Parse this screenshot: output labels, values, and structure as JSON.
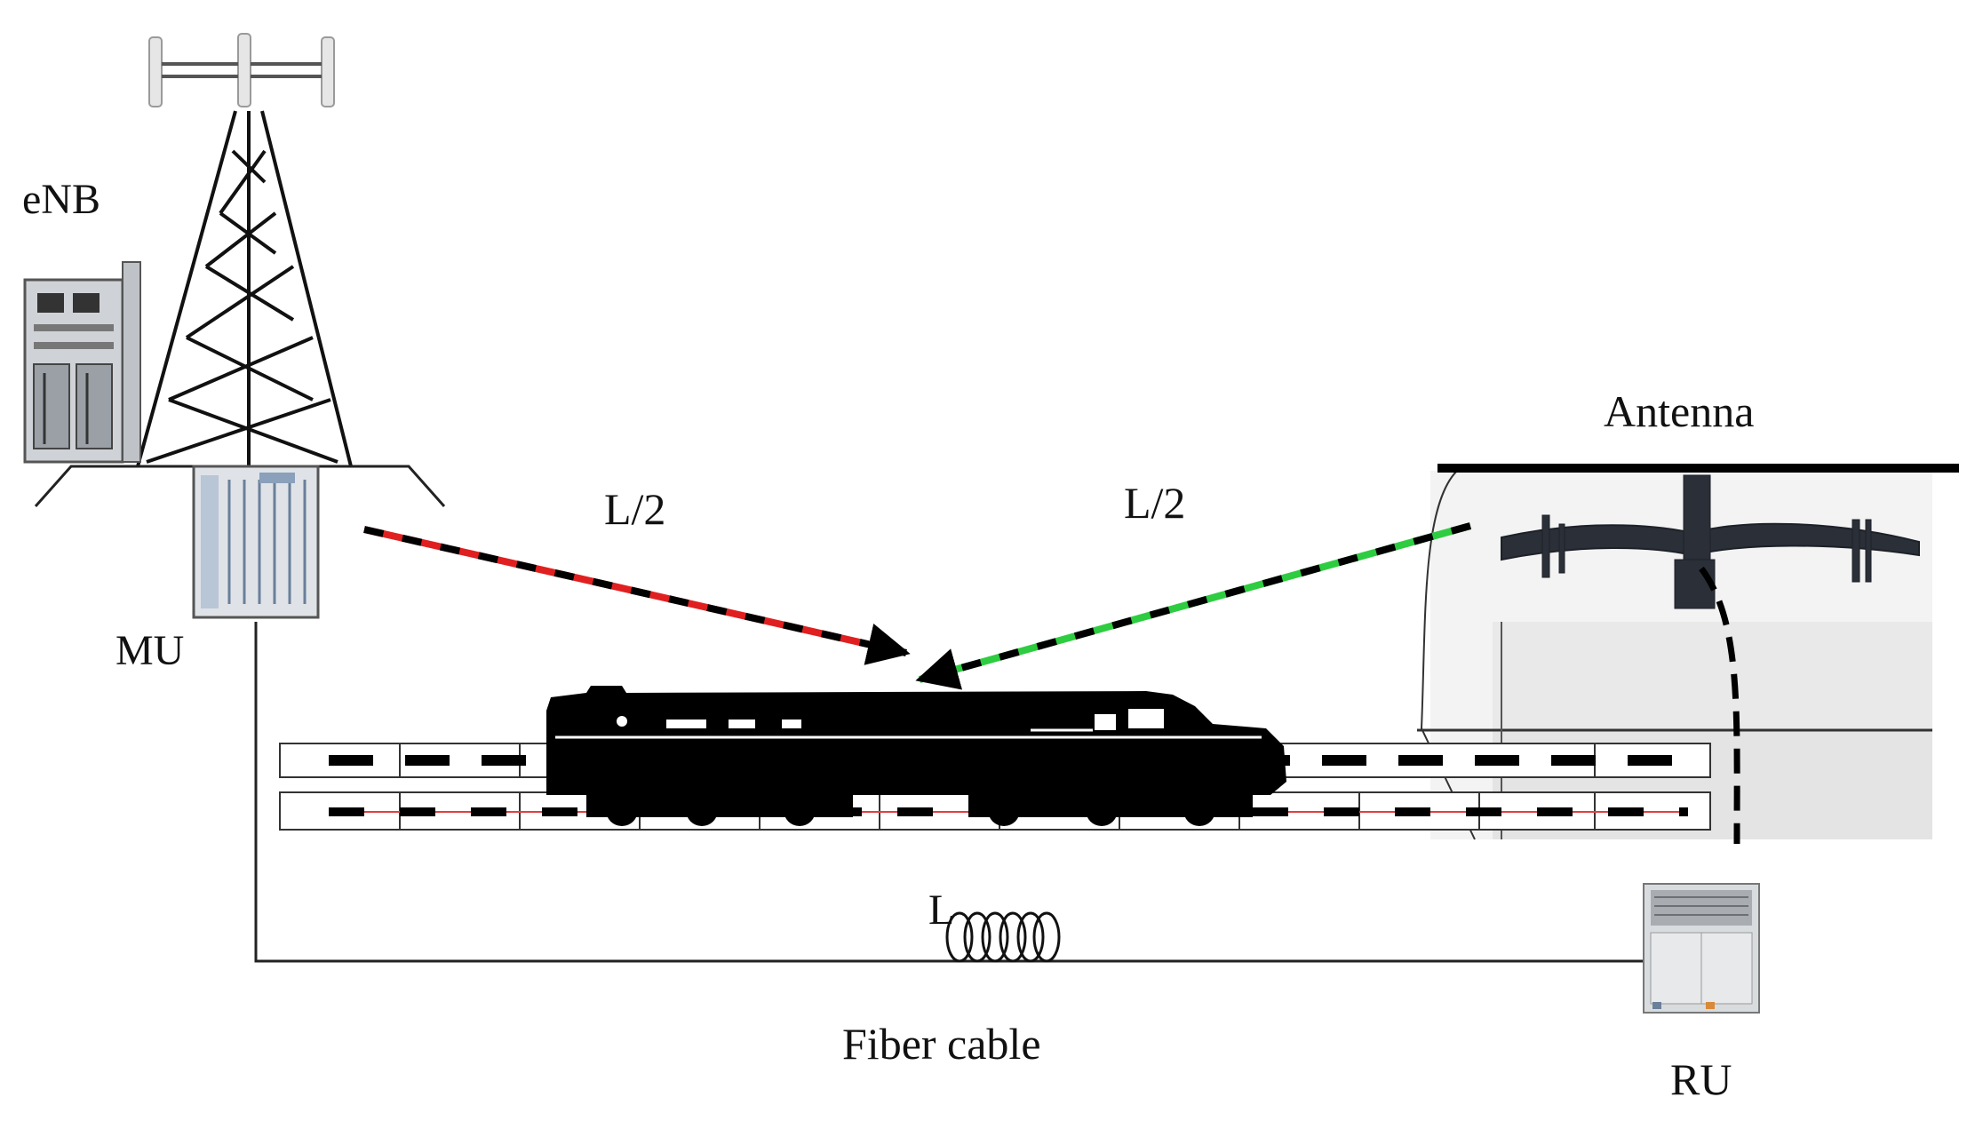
{
  "labels": {
    "enb": "eNB",
    "mu": "MU",
    "antenna": "Antenna",
    "l_half_left": "L/2",
    "l_half_right": "L/2",
    "fiber_length": "L",
    "fiber_cable": "Fiber cable",
    "ru": "RU"
  },
  "colors": {
    "left_path": "#e02020",
    "right_path": "#2ecc40",
    "line": "#000000",
    "rack": "#d8dce2",
    "track_signal": "#e04040"
  }
}
